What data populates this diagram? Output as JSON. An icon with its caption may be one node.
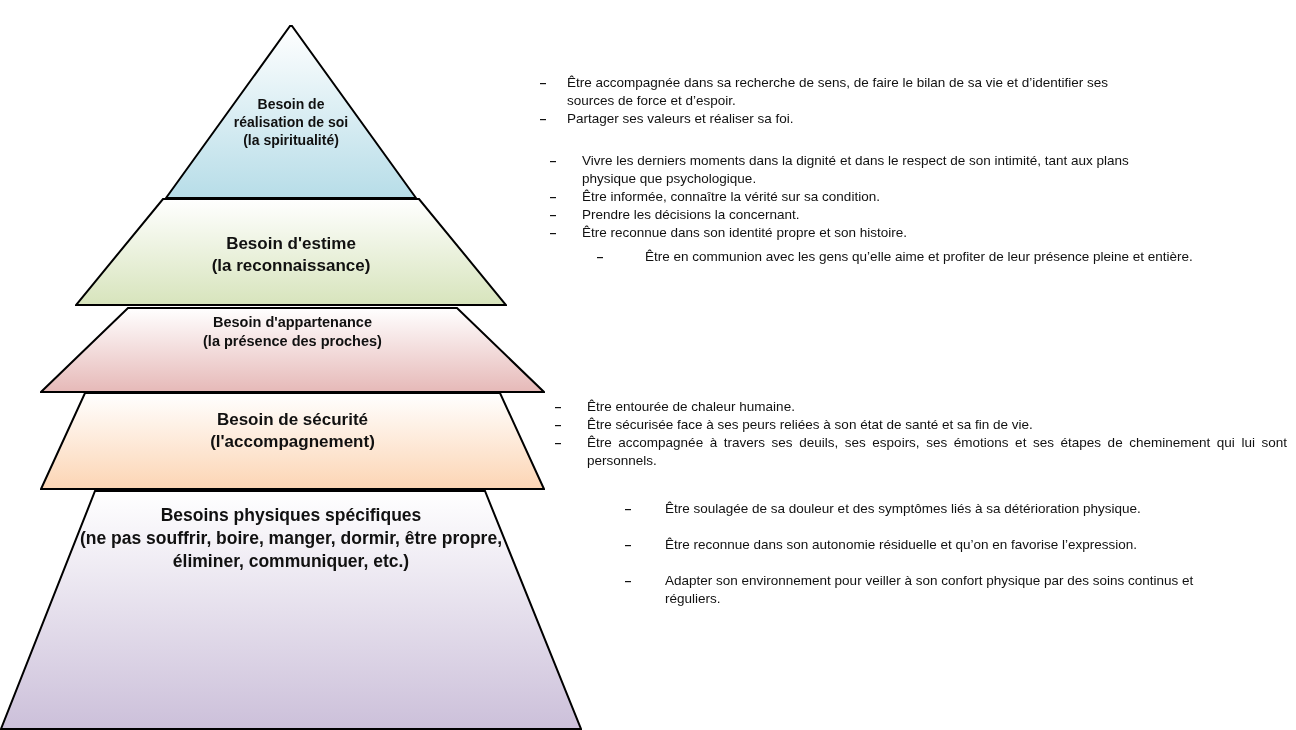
{
  "diagram": {
    "nodes": [
      {
        "text": [
          "Besoin de réalisation de soi",
          "(la spiritualité)"
        ]
      },
      {
        "text": [
          "Besoin d'estime",
          "(la reconnaissance)"
        ]
      },
      {
        "text": [
          "Besoin d'appartenance",
          "(la présence des proches)"
        ]
      },
      {
        "text": [
          "Besoin de sécurité",
          "(l'accompagnement)"
        ]
      },
      {
        "text": [
          "Besoins physiques spécifiques",
          "(ne pas souffrir, boire, manger, dormir, être propre, éliminer, communiquer, etc.)"
        ]
      }
    ],
    "labels": [
      "Être accompagnée dans sa recherche de sens, de faire le bilan de sa vie et d’identifier ses sources de force et d’espoir.",
      "Partager ses valeurs et réaliser sa foi.",
      "Vivre les derniers moments dans la dignité et dans le respect de son intimité, tant aux plans physique que psychologique.",
      "Être informée, connaître la vérité sur sa condition.",
      "Prendre les décisions la concernant.",
      "Être reconnue dans son identité propre et son histoire.",
      "Être en communion avec les gens qu’elle aime et profiter de leur présence pleine et entière.",
      "Être entourée de chaleur humaine.",
      "Être sécurisée face à ses peurs reliées à son état de santé et sa fin de vie.",
      "Être accompagnée à travers ses deuils, ses espoirs, ses émotions et ses étapes de cheminement qui lui sont personnels.",
      "Être soulagée de sa douleur et des symptômes liés à sa détérioration physique.",
      "Être reconnue dans son autonomie résiduelle et qu’on en favorise l’expression.",
      "Adapter son environnement pour veiller à son confort physique par des soins continus et réguliers."
    ]
  }
}
